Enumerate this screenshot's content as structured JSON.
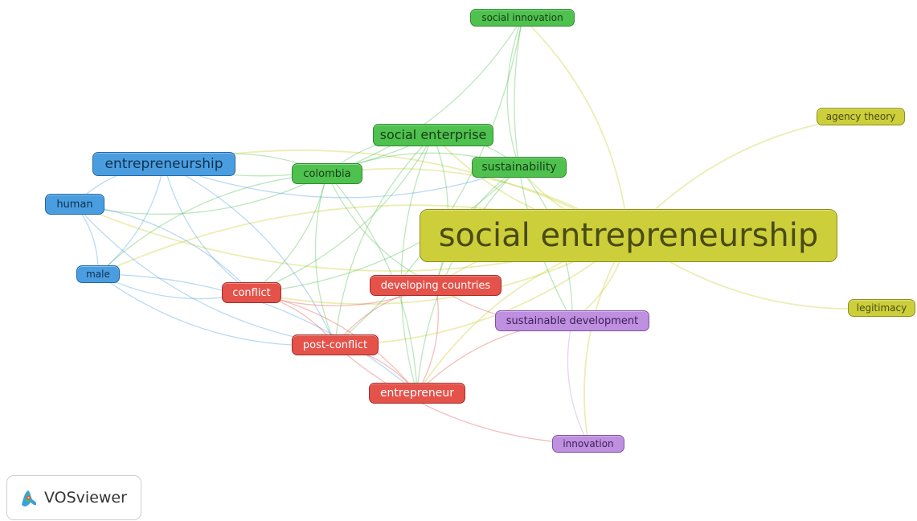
{
  "app": {
    "logo_text": "VOSviewer",
    "logo_icon": "vosviewer-logo-icon"
  },
  "clusters": {
    "green": "#4fc14f",
    "blue": "#4a9ee0",
    "red": "#e4524a",
    "purple": "#bf8fe0",
    "yellow": "#cccf3a"
  },
  "nodes": [
    {
      "id": "social-innovation",
      "label": "social innovation",
      "cluster": "green"
    },
    {
      "id": "social-enterprise",
      "label": "social enterprise",
      "cluster": "green"
    },
    {
      "id": "colombia",
      "label": "colombia",
      "cluster": "green"
    },
    {
      "id": "sustainability",
      "label": "sustainability",
      "cluster": "green"
    },
    {
      "id": "entrepreneurship",
      "label": "entrepreneurship",
      "cluster": "blue"
    },
    {
      "id": "human",
      "label": "human",
      "cluster": "blue"
    },
    {
      "id": "male",
      "label": "male",
      "cluster": "blue"
    },
    {
      "id": "conflict",
      "label": "conflict",
      "cluster": "red"
    },
    {
      "id": "developing-countries",
      "label": "developing countries",
      "cluster": "red"
    },
    {
      "id": "post-conflict",
      "label": "post-conflict",
      "cluster": "red"
    },
    {
      "id": "entrepreneur",
      "label": "entrepreneur",
      "cluster": "red"
    },
    {
      "id": "sustainable-development",
      "label": "sustainable development",
      "cluster": "purple"
    },
    {
      "id": "innovation",
      "label": "innovation",
      "cluster": "purple"
    },
    {
      "id": "social-entrepreneurship",
      "label": "social entrepreneurship",
      "cluster": "yellow"
    },
    {
      "id": "agency-theory",
      "label": "agency theory",
      "cluster": "yellow"
    },
    {
      "id": "legitimacy",
      "label": "legitimacy",
      "cluster": "yellow"
    }
  ],
  "links": [
    [
      "social-entrepreneurship",
      "social-innovation"
    ],
    [
      "social-entrepreneurship",
      "social-enterprise"
    ],
    [
      "social-entrepreneurship",
      "colombia"
    ],
    [
      "social-entrepreneurship",
      "sustainability"
    ],
    [
      "social-entrepreneurship",
      "entrepreneurship"
    ],
    [
      "social-entrepreneurship",
      "agency-theory"
    ],
    [
      "social-entrepreneurship",
      "legitimacy"
    ],
    [
      "social-entrepreneurship",
      "conflict"
    ],
    [
      "social-entrepreneurship",
      "developing-countries"
    ],
    [
      "social-entrepreneurship",
      "post-conflict"
    ],
    [
      "social-entrepreneurship",
      "entrepreneur"
    ],
    [
      "social-entrepreneurship",
      "sustainable-development"
    ],
    [
      "social-entrepreneurship",
      "innovation"
    ],
    [
      "social-entrepreneurship",
      "human"
    ],
    [
      "social-entrepreneurship",
      "male"
    ],
    [
      "social-innovation",
      "colombia"
    ],
    [
      "social-innovation",
      "sustainability"
    ],
    [
      "social-innovation",
      "post-conflict"
    ],
    [
      "social-innovation",
      "sustainable-development"
    ],
    [
      "social-enterprise",
      "entrepreneurship"
    ],
    [
      "social-enterprise",
      "colombia"
    ],
    [
      "social-enterprise",
      "sustainability"
    ],
    [
      "social-enterprise",
      "post-conflict"
    ],
    [
      "social-enterprise",
      "developing-countries"
    ],
    [
      "social-enterprise",
      "entrepreneur"
    ],
    [
      "social-enterprise",
      "conflict"
    ],
    [
      "colombia",
      "entrepreneurship"
    ],
    [
      "colombia",
      "human"
    ],
    [
      "colombia",
      "male"
    ],
    [
      "colombia",
      "conflict"
    ],
    [
      "colombia",
      "post-conflict"
    ],
    [
      "colombia",
      "entrepreneur"
    ],
    [
      "colombia",
      "developing-countries"
    ],
    [
      "colombia",
      "sustainability"
    ],
    [
      "sustainability",
      "developing-countries"
    ],
    [
      "sustainability",
      "conflict"
    ],
    [
      "sustainability",
      "entrepreneur"
    ],
    [
      "sustainability",
      "sustainable-development"
    ],
    [
      "entrepreneurship",
      "human"
    ],
    [
      "entrepreneurship",
      "male"
    ],
    [
      "entrepreneurship",
      "conflict"
    ],
    [
      "entrepreneurship",
      "post-conflict"
    ],
    [
      "entrepreneurship",
      "sustainability"
    ],
    [
      "human",
      "male"
    ],
    [
      "human",
      "post-conflict"
    ],
    [
      "human",
      "conflict"
    ],
    [
      "male",
      "post-conflict"
    ],
    [
      "male",
      "entrepreneur"
    ],
    [
      "male",
      "conflict"
    ],
    [
      "conflict",
      "post-conflict"
    ],
    [
      "conflict",
      "developing-countries"
    ],
    [
      "conflict",
      "entrepreneur"
    ],
    [
      "developing-countries",
      "post-conflict"
    ],
    [
      "developing-countries",
      "entrepreneur"
    ],
    [
      "developing-countries",
      "sustainable-development"
    ],
    [
      "post-conflict",
      "entrepreneur"
    ],
    [
      "post-conflict",
      "innovation"
    ],
    [
      "entrepreneur",
      "sustainable-development"
    ],
    [
      "sustainable-development",
      "innovation"
    ]
  ]
}
